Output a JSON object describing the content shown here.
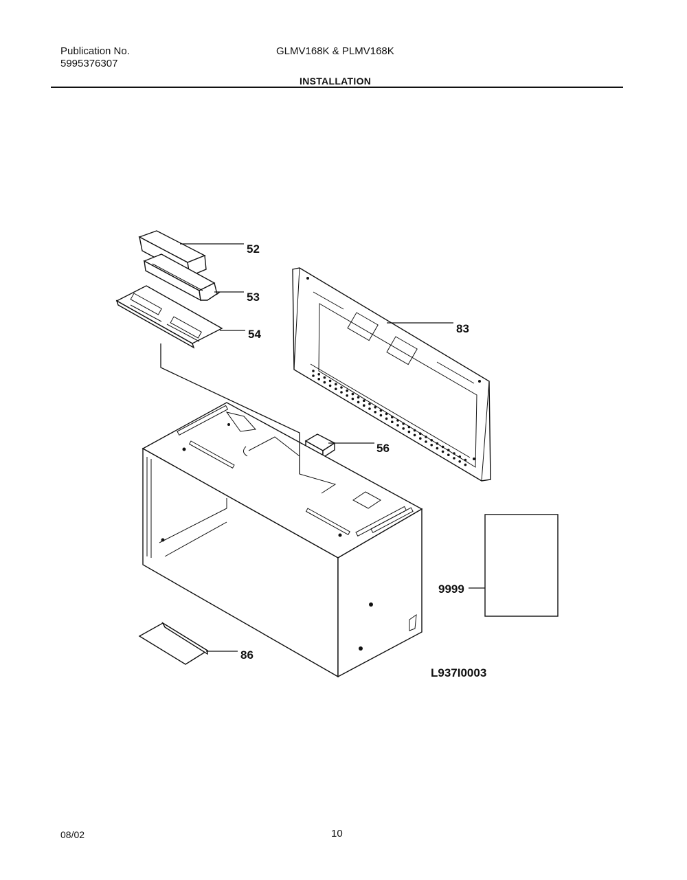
{
  "header": {
    "publication_label": "Publication No.",
    "publication_number": "5995376307",
    "models": "GLMV168K & PLMV168K",
    "section_title": "INSTALLATION"
  },
  "diagram": {
    "callouts": {
      "c52": "52",
      "c53": "53",
      "c54": "54",
      "c83": "83",
      "c56": "56",
      "c9999": "9999",
      "c86": "86"
    },
    "figure_code": "L937I0003"
  },
  "footer": {
    "date": "08/02",
    "page": "10"
  }
}
